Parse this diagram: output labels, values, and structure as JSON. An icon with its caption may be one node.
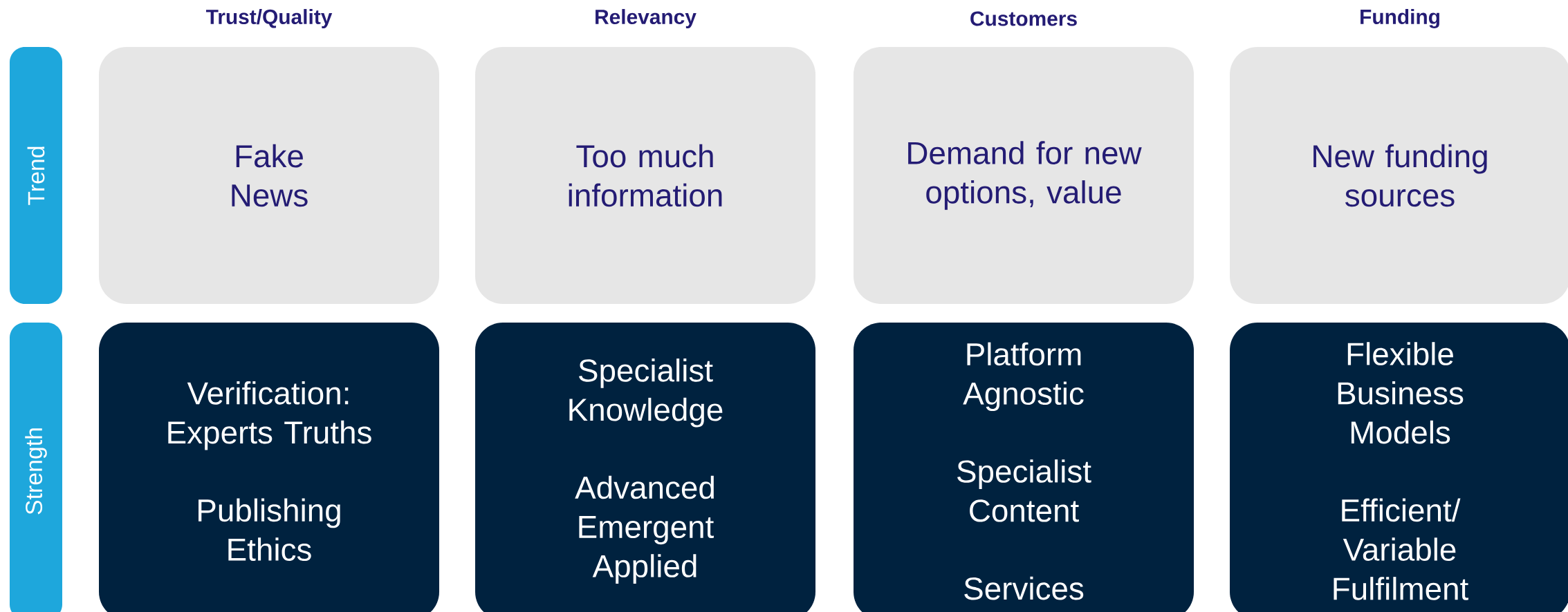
{
  "diagram": {
    "nodes": [
      {
        "text": [
          "Trend"
        ]
      },
      {
        "text": [
          "Fake News"
        ]
      },
      {
        "text": [
          "Too much information"
        ]
      },
      {
        "text": [
          "Demand for new options, value"
        ]
      },
      {
        "text": [
          "New funding sources"
        ]
      },
      {
        "text": [
          "Strength"
        ]
      },
      {
        "text": [
          "Verification: Experts Truths",
          "Publishing Ethics"
        ]
      },
      {
        "text": [
          "Specialist Knowledge",
          "Advanced Emergent Applied"
        ]
      },
      {
        "text": [
          "Platform Agnostic",
          "Specialist Content",
          "Services"
        ]
      },
      {
        "text": [
          "Flexible Business Models",
          "Efficient/ Variable Fulfilment"
        ]
      }
    ],
    "labels": [
      "Trust/Quality",
      "Relevancy",
      "Customers",
      "Funding"
    ]
  }
}
